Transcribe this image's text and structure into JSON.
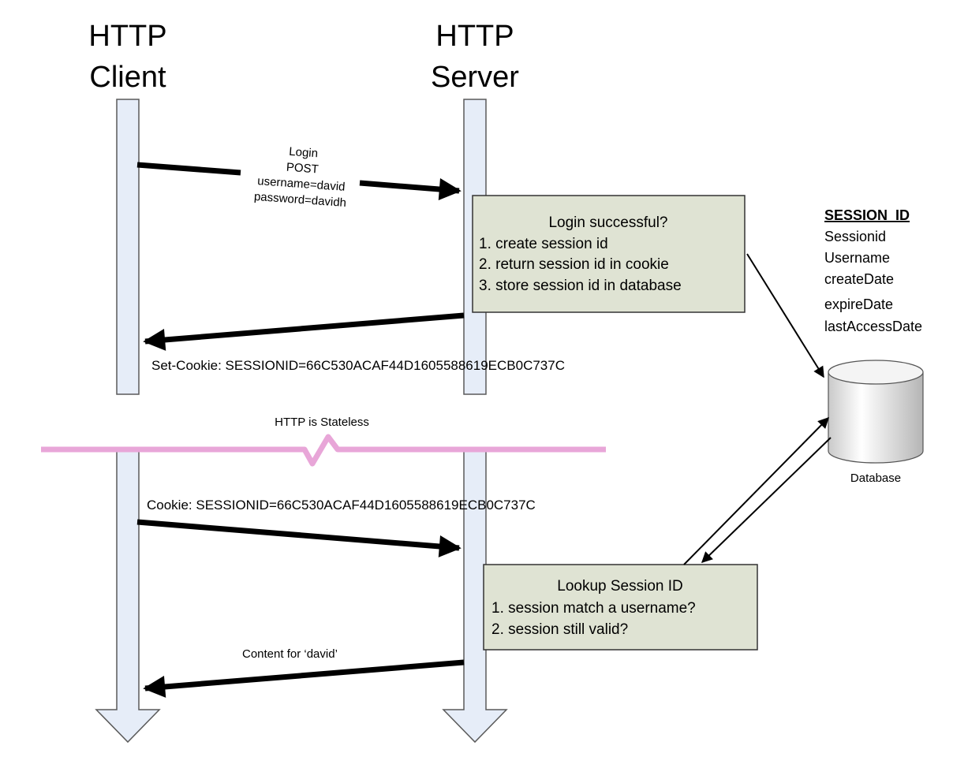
{
  "client": {
    "line1": "HTTP",
    "line2": "Client"
  },
  "server": {
    "line1": "HTTP",
    "line2": "Server"
  },
  "login_request": {
    "line1": "Login",
    "line2": "POST",
    "line3": "username=david",
    "line4": "password=davidh"
  },
  "login_box": {
    "title": "Login successful?",
    "item1": "1. create session id",
    "item2": "2. return session id in cookie",
    "item3": "3. store session id in database"
  },
  "set_cookie": "Set-Cookie: SESSIONID=66C530ACAF44D1605588619ECB0C737C",
  "stateless_label": "HTTP is Stateless",
  "cookie_request": "Cookie: SESSIONID=66C530ACAF44D1605588619ECB0C737C",
  "lookup_box": {
    "title": "Lookup Session ID",
    "item1": "1.  session match a username?",
    "item2": "2.  session still valid?"
  },
  "content_response": "Content for ‘david’",
  "session_table": {
    "title": "SESSION_ID",
    "fields": [
      "Sessionid",
      "Username",
      "createDate",
      "expireDate",
      "lastAccessDate"
    ]
  },
  "database_label": "Database",
  "colors": {
    "lifeline_fill": "#e6edf8",
    "lifeline_stroke": "#5a5a5a",
    "box_fill": "#dfe3d3",
    "box_stroke": "#333333",
    "stateless_line": "#e8a6d8"
  }
}
